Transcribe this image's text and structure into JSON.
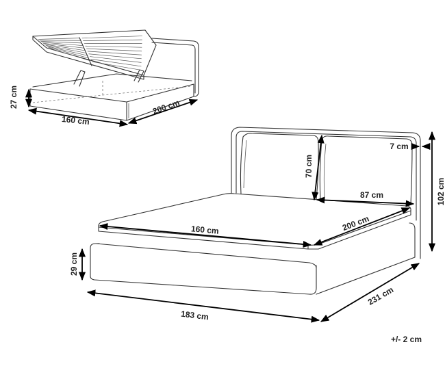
{
  "storage_view": {
    "height_label": "27 cm",
    "width_label": "160 cm",
    "length_label": "200 cm"
  },
  "bed_view": {
    "headboard_thickness_label": "7 cm",
    "cushion_height_label": "70 cm",
    "cushion_width_label": "87 cm",
    "total_height_label": "102 cm",
    "mattress_width_label": "160 cm",
    "mattress_length_label": "200 cm",
    "base_height_label": "29 cm",
    "total_width_label": "183 cm",
    "total_length_label": "231 cm"
  },
  "tolerance": "+/- 2 cm"
}
